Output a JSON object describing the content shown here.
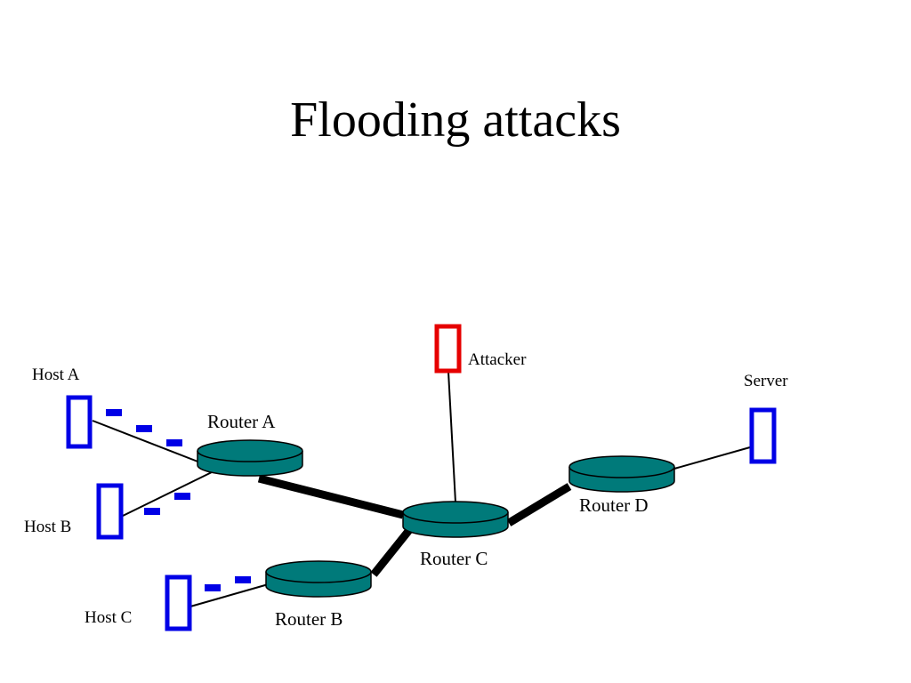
{
  "title": "Flooding attacks",
  "colors": {
    "router_fill": "#007A7A",
    "router_stroke": "#000000",
    "host_box": "#0000E6",
    "attacker_box": "#E60000",
    "packet": "#0000E6",
    "link": "#000000"
  },
  "nodes": {
    "host_a": {
      "label": "Host A",
      "icon": "host-computer-icon"
    },
    "host_b": {
      "label": "Host B",
      "icon": "host-computer-icon"
    },
    "host_c": {
      "label": "Host C",
      "icon": "host-computer-icon"
    },
    "attacker": {
      "label": "Attacker",
      "icon": "attacker-computer-icon"
    },
    "server": {
      "label": "Server",
      "icon": "server-computer-icon"
    },
    "router_a": {
      "label": "Router A",
      "icon": "router-icon"
    },
    "router_b": {
      "label": "Router B",
      "icon": "router-icon"
    },
    "router_c": {
      "label": "Router C",
      "icon": "router-icon"
    },
    "router_d": {
      "label": "Router D",
      "icon": "router-icon"
    }
  },
  "links": [
    {
      "from": "host_a",
      "to": "router_a",
      "type": "thin"
    },
    {
      "from": "host_b",
      "to": "router_a",
      "type": "thin"
    },
    {
      "from": "host_c",
      "to": "router_b",
      "type": "thin"
    },
    {
      "from": "attacker",
      "to": "router_c",
      "type": "thin"
    },
    {
      "from": "router_d",
      "to": "server",
      "type": "thin"
    },
    {
      "from": "router_a",
      "to": "router_c",
      "type": "thick"
    },
    {
      "from": "router_b",
      "to": "router_c",
      "type": "thick"
    },
    {
      "from": "router_c",
      "to": "router_d",
      "type": "thick"
    }
  ]
}
